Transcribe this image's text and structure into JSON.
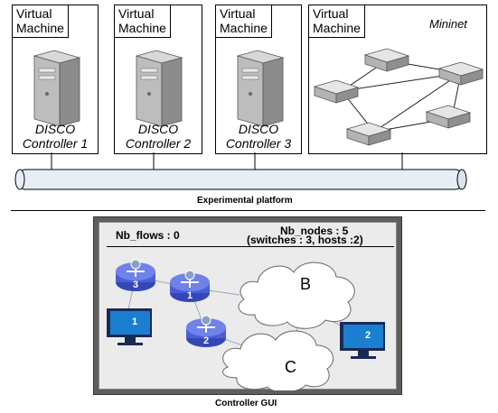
{
  "vms": [
    {
      "label": "Virtual\nMachine",
      "name": "DISCO\nController 1"
    },
    {
      "label": "Virtual\nMachine",
      "name": "DISCO\nController 2"
    },
    {
      "label": "Virtual\nMachine",
      "name": "DISCO\nController 3"
    },
    {
      "label": "Virtual\nMachine",
      "name": "Mininet"
    }
  ],
  "platform_caption": "Experimental platform",
  "gui": {
    "nb_flows": "Nb_flows : 0",
    "nb_nodes": "Nb_nodes : 5",
    "nodes_detail": "(switches : 3, hosts :2)",
    "switch_numbers": [
      "3",
      "1",
      "2"
    ],
    "host_numbers": [
      "1",
      "2"
    ],
    "clouds": [
      "B",
      "C"
    ],
    "caption": "Controller GUI"
  },
  "colors": {
    "router": "#4a5fd6",
    "monitor": "#1a7fd0",
    "gui_frame": "#5f5f5f",
    "gui_bg": "#ebebeb"
  }
}
